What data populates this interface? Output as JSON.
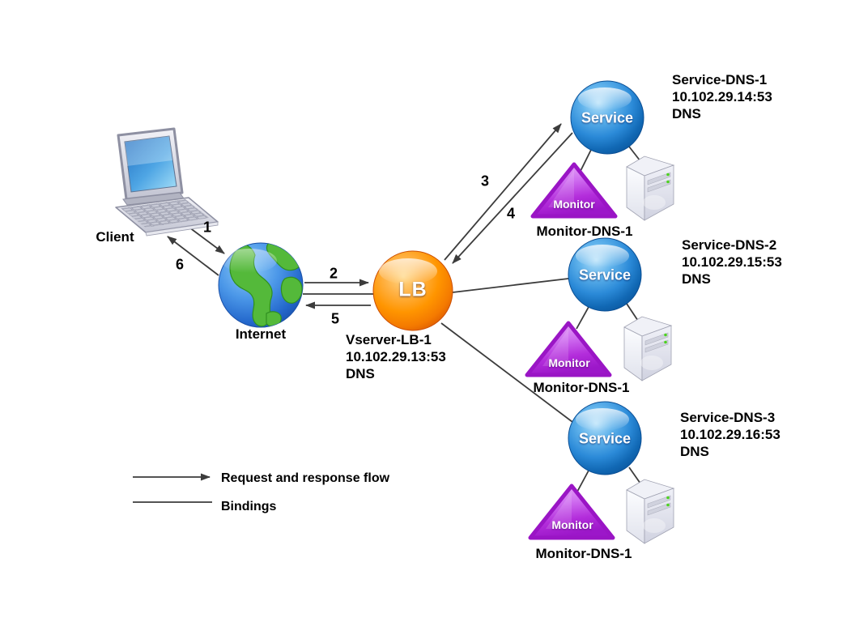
{
  "diagram": {
    "client": {
      "label": "Client"
    },
    "internet": {
      "label": "Internet"
    },
    "lb": {
      "node_label": "LB",
      "name": "Vserver-LB-1",
      "address": "10.102.29.13:53",
      "protocol": "DNS"
    },
    "services": [
      {
        "node_label": "Service",
        "name": "Service-DNS-1",
        "address": "10.102.29.14:53",
        "protocol": "DNS",
        "monitor_node_label": "Monitor",
        "monitor_name": "Monitor-DNS-1"
      },
      {
        "node_label": "Service",
        "name": "Service-DNS-2",
        "address": "10.102.29.15:53",
        "protocol": "DNS",
        "monitor_node_label": "Monitor",
        "monitor_name": "Monitor-DNS-1"
      },
      {
        "node_label": "Service",
        "name": "Service-DNS-3",
        "address": "10.102.29.16:53",
        "protocol": "DNS",
        "monitor_node_label": "Monitor",
        "monitor_name": "Monitor-DNS-1"
      }
    ],
    "steps": [
      "1",
      "2",
      "3",
      "4",
      "5",
      "6"
    ],
    "legend": {
      "request_response": "Request and response flow",
      "bindings": "Bindings"
    },
    "icons": {
      "client": "laptop-icon",
      "internet": "globe-icon",
      "lb": "orange-sphere-icon",
      "service": "blue-sphere-icon",
      "monitor": "purple-triangle-icon",
      "server": "server-tower-icon"
    },
    "colors": {
      "lb_sphere": "#ff9500",
      "service_sphere": "#2b8ad8",
      "monitor_triangle": "#b32ddb",
      "connector_line": "#3c3c3c",
      "text": "#000000",
      "globe_ocean": "#2f7bdc",
      "globe_land": "#54b93a"
    }
  }
}
